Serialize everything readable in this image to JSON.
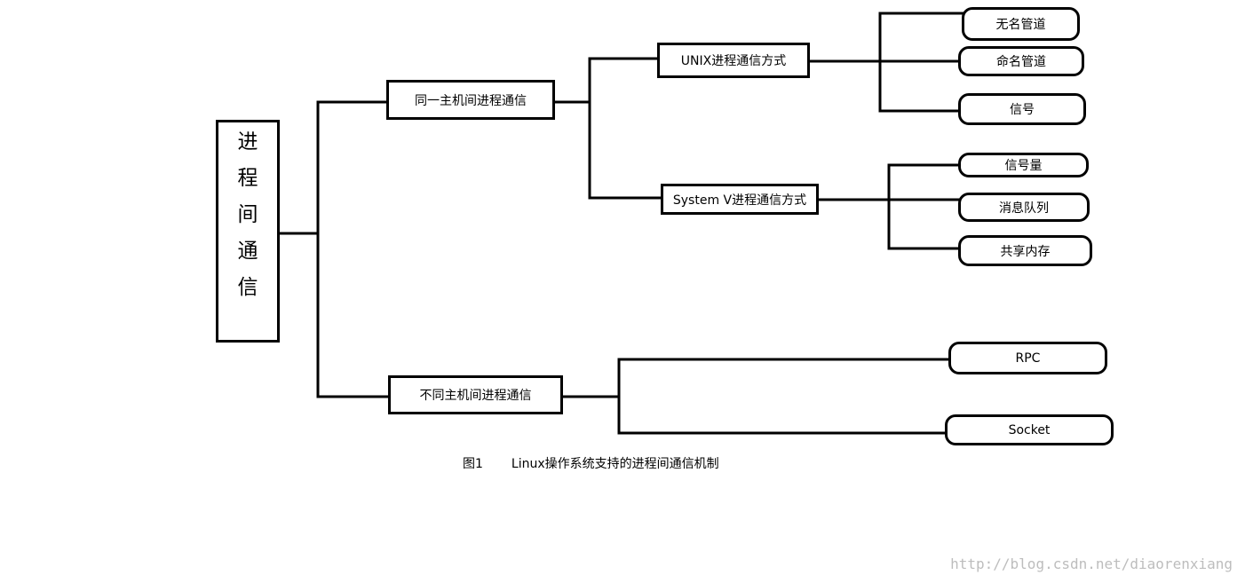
{
  "root": {
    "label_chars": [
      "进",
      "程",
      "间",
      "通",
      "信"
    ]
  },
  "level1": {
    "same_host": "同一主机间进程通信",
    "different_host": "不同主机间进程通信"
  },
  "level2": {
    "unix": "UNIX进程通信方式",
    "system_v": "System V进程通信方式"
  },
  "leaves": {
    "unix": [
      "无名管道",
      "命名管道",
      "信号"
    ],
    "system_v": [
      "信号量",
      "消息队列",
      "共享内存"
    ],
    "remote": [
      "RPC",
      "Socket"
    ]
  },
  "caption": {
    "figure": "图1",
    "text": "Linux操作系统支持的进程间通信机制"
  },
  "watermark": "http://blog.csdn.net/diaorenxiang"
}
